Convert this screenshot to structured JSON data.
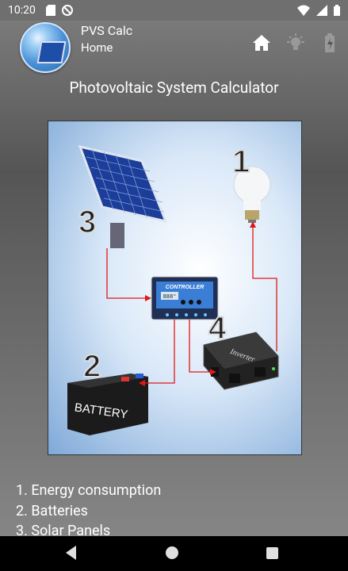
{
  "status_bar": {
    "time": "10:20"
  },
  "app_bar": {
    "title": "PVS Calc",
    "subtitle": "Home"
  },
  "heading": "Photovoltaic System Calculator",
  "diagram": {
    "controller_label": "CONTROLLER",
    "controller_display": "888°",
    "battery_label": "BATTERY",
    "inverter_label": "Inverter",
    "numbers": [
      "1",
      "2",
      "3",
      "4"
    ]
  },
  "list_items": [
    "1. Energy consumption",
    "2. Batteries",
    "3. Solar Panels"
  ]
}
